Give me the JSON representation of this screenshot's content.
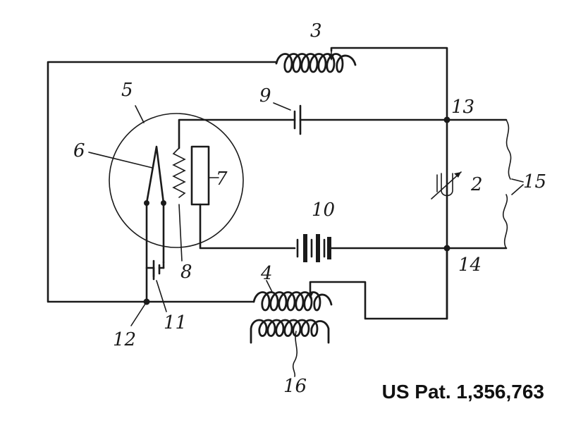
{
  "patent_caption": "US Pat. 1,356,763",
  "labels": {
    "l2": "2",
    "l3": "3",
    "l4": "4",
    "l5": "5",
    "l6": "6",
    "l7": "7",
    "l8": "8",
    "l9": "9",
    "l10": "10",
    "l11": "11",
    "l12": "12",
    "l13": "13",
    "l14": "14",
    "l15": "15",
    "l16": "16"
  },
  "components": [
    {
      "id": "2",
      "kind": "variable capacitor"
    },
    {
      "id": "3",
      "kind": "inductor with sliding tap"
    },
    {
      "id": "4",
      "kind": "transformer primary with sliding tap"
    },
    {
      "id": "5",
      "kind": "vacuum tube envelope"
    },
    {
      "id": "6",
      "kind": "filament"
    },
    {
      "id": "7",
      "kind": "plate"
    },
    {
      "id": "8",
      "kind": "grid"
    },
    {
      "id": "9",
      "kind": "capacitor"
    },
    {
      "id": "10",
      "kind": "battery"
    },
    {
      "id": "11",
      "kind": "filament battery"
    },
    {
      "id": "12",
      "kind": "junction"
    },
    {
      "id": "13",
      "kind": "junction"
    },
    {
      "id": "14",
      "kind": "junction"
    },
    {
      "id": "15",
      "kind": "output line"
    },
    {
      "id": "16",
      "kind": "transformer secondary"
    }
  ],
  "colors": {
    "ink": "#1a1a1a",
    "paper": "#ffffff"
  }
}
